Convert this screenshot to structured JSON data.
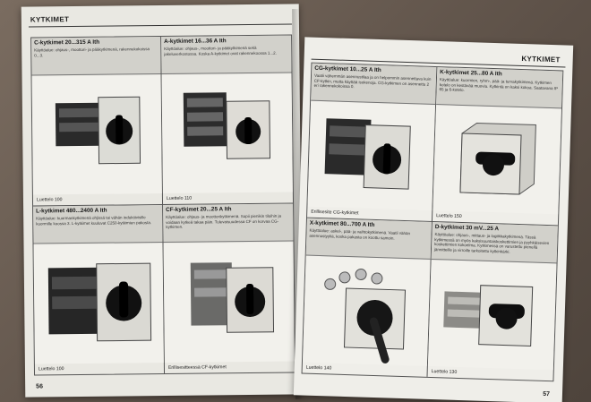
{
  "left_page": {
    "section": "KYTKIMET",
    "page_number": "56",
    "cells": [
      {
        "title": "C-kytkimet 20...315 A Ith",
        "desc": "Käyttöalue: ohjaus-, moottori- ja pääkytkimenä, rakennekokoissa 0...3.",
        "caption": "Luettelo 100"
      },
      {
        "title": "A-kytkimet 16...36 A Ith",
        "desc": "Käyttöalue: ohjaus-, moottori- ja pääkytkimenä sekä jakeluverkostossa. Koska A-kytkimet ovat rakennekoossa 1...2.",
        "caption": "Luettelo 110"
      },
      {
        "title": "L-kytkimet 480...2400 A Ith",
        "desc": "Käyttöalue: kuormankytkimenä ohjissä tai vähän induktiivisille kuormille koossa 3. L-kytkimet kuuluvat C250-kytkimien pakosta.",
        "caption": "Luettelo 100"
      },
      {
        "title": "CF-kytkimet 20...25 A Ith",
        "desc": "Käyttöalue: ohjaus- ja moottorikytkimenä. Sopii pienikin tiloihin ja voidaan kytkeä takaa päin. Tulevaisuudessa CF on korvaa CG-kytkimen.",
        "caption": "Erillisesitteessä CF-kytkimet"
      }
    ]
  },
  "right_page": {
    "section": "KYTKIMET",
    "page_number": "57",
    "cells": [
      {
        "title": "CG-kytkimet 10...25 A Ith",
        "desc": "Vaatii vähemmän asennustilaa ja on helpommin asennettava kuin CF-kytkin, mutta käyttää isokenoja. CG-kytkimen on asennettu 2 eri rakennekokoissa 0.",
        "caption": "Erillisesite CG-kytkimet"
      },
      {
        "title": "K-kytkimet 25...80 A Ith",
        "desc": "Käyttöalue: kuormien, ryhm-, pää- ja turvakytkimenä. Kytkimen kotelo on kestävää muovia. Kytkintä on kaksi kokoa. Saatavana IP 65 ja 6-kotelo.",
        "caption": "Luettelo 150"
      },
      {
        "title": "X-kytkimet 80...700 A Ith",
        "desc": "Käyttöalue: askel-, pää- ja vaihtokytkimenä. Vaatii vähän asennustyyliä, koska pakasta on koottu samoin.",
        "caption": "Luettelo 140"
      },
      {
        "title": "D-kytkimet 30 mV...25 A",
        "desc": "Käyttöalue: ohjaus-, mittaus- ja logiikkakytkimenä. Tässä kytkimessä on myös kaksisuuntaiskoskettimien ja pyyhkäisevien koskettimien kokoelma. Kytkimessä on varustettu pienellä jännitteille ja virroille tarkoitettu kytkinkärki.",
        "caption": "Luettelo 130"
      }
    ]
  },
  "icons": [
    "rotary-switch-icon"
  ]
}
